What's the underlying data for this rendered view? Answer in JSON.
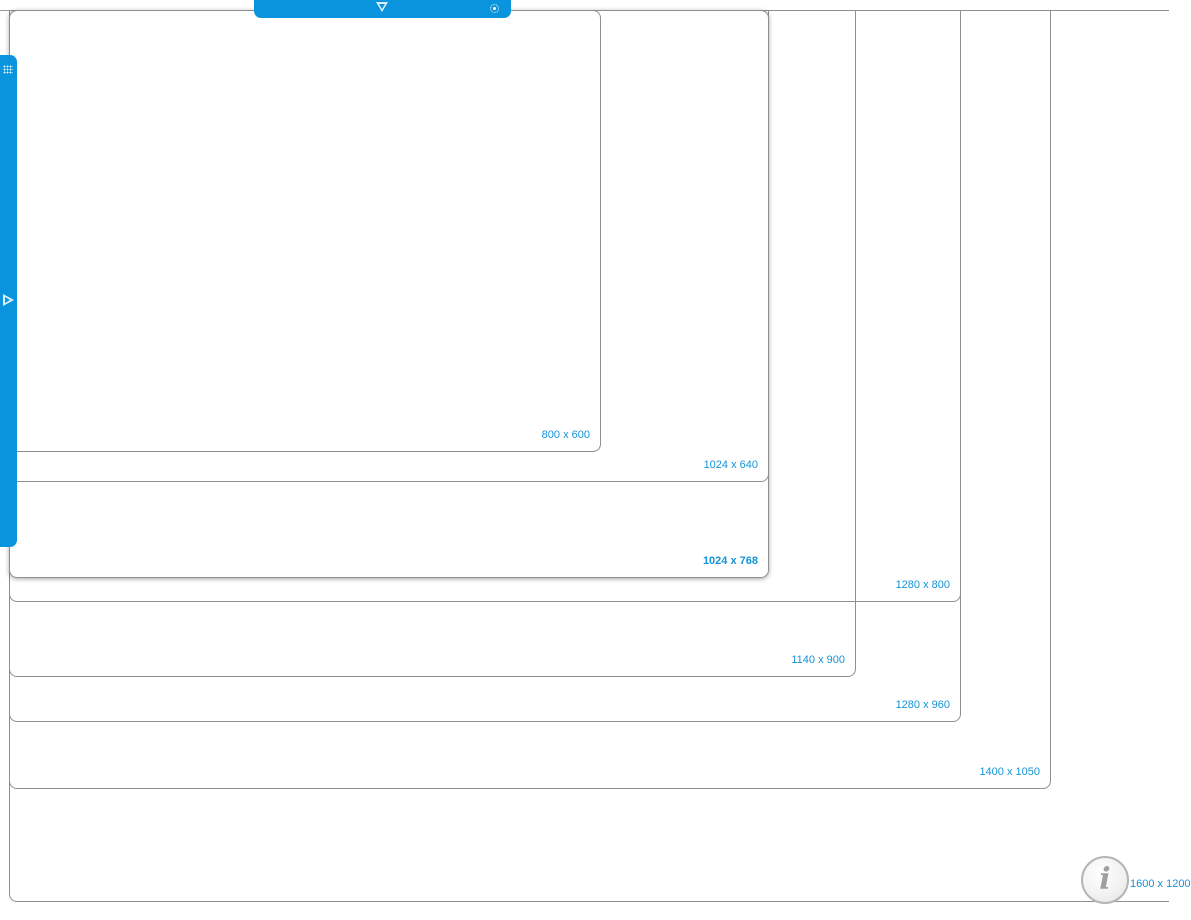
{
  "frames": [
    {
      "id": "1600x1200",
      "label": "1600 x 1200"
    },
    {
      "id": "1400x1050",
      "label": "1400 x 1050"
    },
    {
      "id": "1280x960",
      "label": "1280 x 960"
    },
    {
      "id": "1140x900",
      "label": "1140 x 900"
    },
    {
      "id": "1280x800",
      "label": "1280 x 800"
    },
    {
      "id": "1024x768",
      "label": "1024 x 768",
      "highlighted": true
    },
    {
      "id": "1024x640",
      "label": "1024 x 640"
    },
    {
      "id": "800x600",
      "label": "800 x 600"
    }
  ],
  "toolbar": {
    "top_tab_icons": [
      "collapse-triangle-icon",
      "settings-gear-icon"
    ],
    "side_tab_icons": [
      "grid-icon",
      "expand-play-icon"
    ],
    "accent_color": "#0a94de"
  },
  "info": {
    "glyph": "i",
    "icon": "info-icon"
  },
  "colors": {
    "label_color": "#1493d6",
    "frame_border": "#8f8f8f"
  }
}
